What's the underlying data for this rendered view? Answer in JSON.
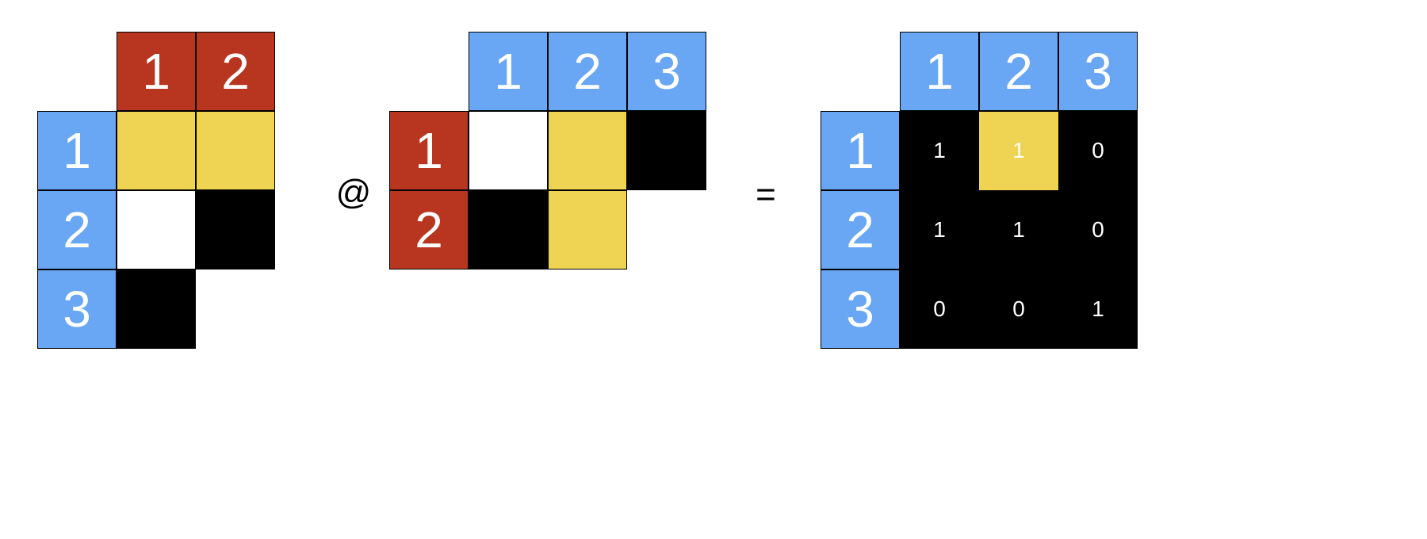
{
  "colors": {
    "blue": "#69a7f4",
    "red": "#b83620",
    "yellow": "#efd353",
    "white": "#ffffff",
    "black": "#000000",
    "text": "#ffffff"
  },
  "operators": {
    "matmul": "@",
    "equals": "="
  },
  "matrices": [
    {
      "id": "left-matrix",
      "col_headers": [
        "1",
        "2"
      ],
      "col_header_color": "red",
      "row_headers": [
        "1",
        "2",
        "3"
      ],
      "row_header_color": "blue",
      "cells": [
        [
          "yellow",
          "yellow"
        ],
        [
          "white",
          "black"
        ],
        [
          "black",
          null
        ]
      ],
      "values": null
    },
    {
      "id": "middle-matrix",
      "col_headers": [
        "1",
        "2",
        "3"
      ],
      "col_header_color": "blue",
      "row_headers": [
        "1",
        "2"
      ],
      "row_header_color": "red",
      "cells": [
        [
          "white",
          "yellow",
          "black"
        ],
        [
          "black",
          "yellow",
          null
        ]
      ],
      "values": null
    },
    {
      "id": "result-matrix",
      "col_headers": [
        "1",
        "2",
        "3"
      ],
      "col_header_color": "blue",
      "row_headers": [
        "1",
        "2",
        "3"
      ],
      "row_header_color": "blue",
      "cells": [
        [
          "black",
          "yellow",
          "black"
        ],
        [
          "black",
          "black",
          "black"
        ],
        [
          "black",
          "black",
          "black"
        ]
      ],
      "values": [
        [
          "1",
          "1",
          "0"
        ],
        [
          "1",
          "1",
          "0"
        ],
        [
          "0",
          "0",
          "1"
        ]
      ]
    }
  ]
}
